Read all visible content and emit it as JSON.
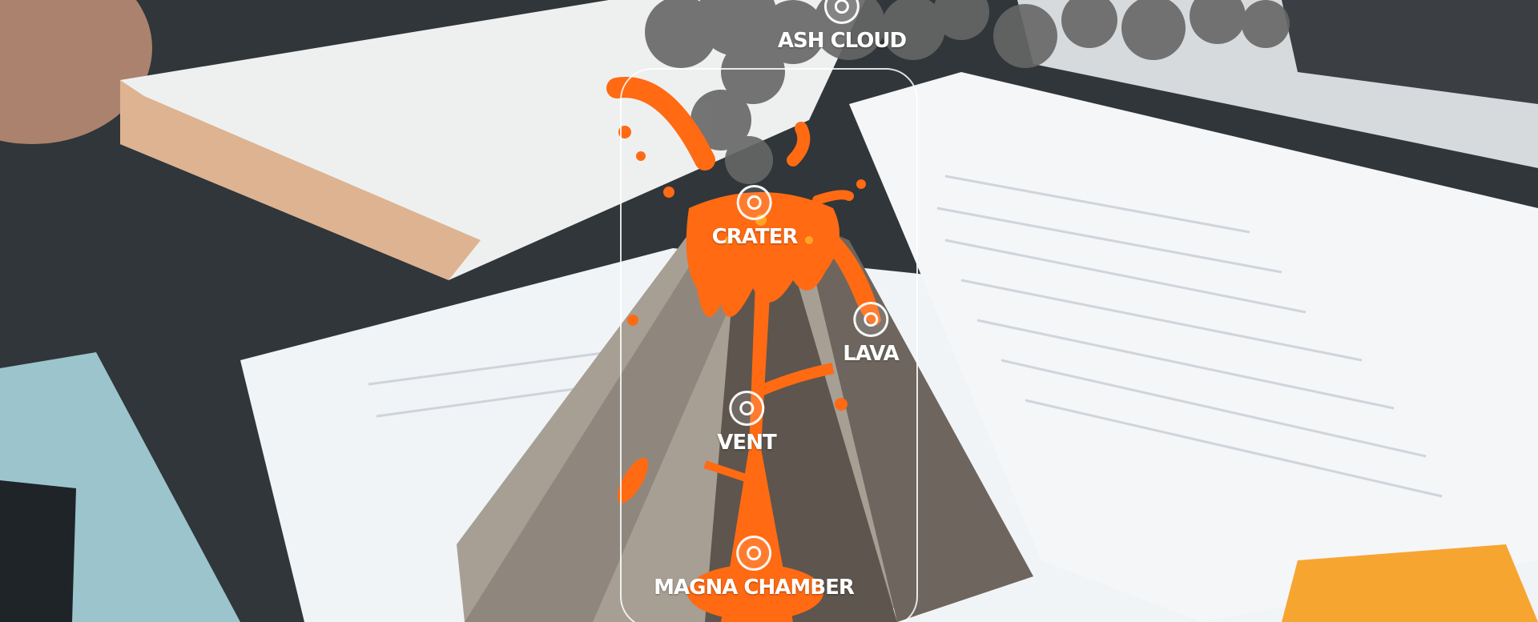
{
  "hotspots": {
    "ash_cloud": {
      "label": "ASH CLOUD",
      "icon": "target-ring-icon"
    },
    "crater": {
      "label": "CRATER",
      "icon": "target-ring-icon"
    },
    "lava": {
      "label": "LAVA",
      "icon": "target-ring-icon"
    },
    "vent": {
      "label": "VENT",
      "icon": "target-ring-icon"
    },
    "magna_chamber": {
      "label": "MAGNA CHAMBER",
      "icon": "target-ring-icon"
    }
  },
  "colors": {
    "lava": "#ff6a13",
    "lava_highlight": "#ffb02a",
    "rock_light": "#a49c91",
    "rock_dark": "#5d554e",
    "smoke": "#666666",
    "paper": "#f2f5f7",
    "desk": "#2f3436"
  }
}
